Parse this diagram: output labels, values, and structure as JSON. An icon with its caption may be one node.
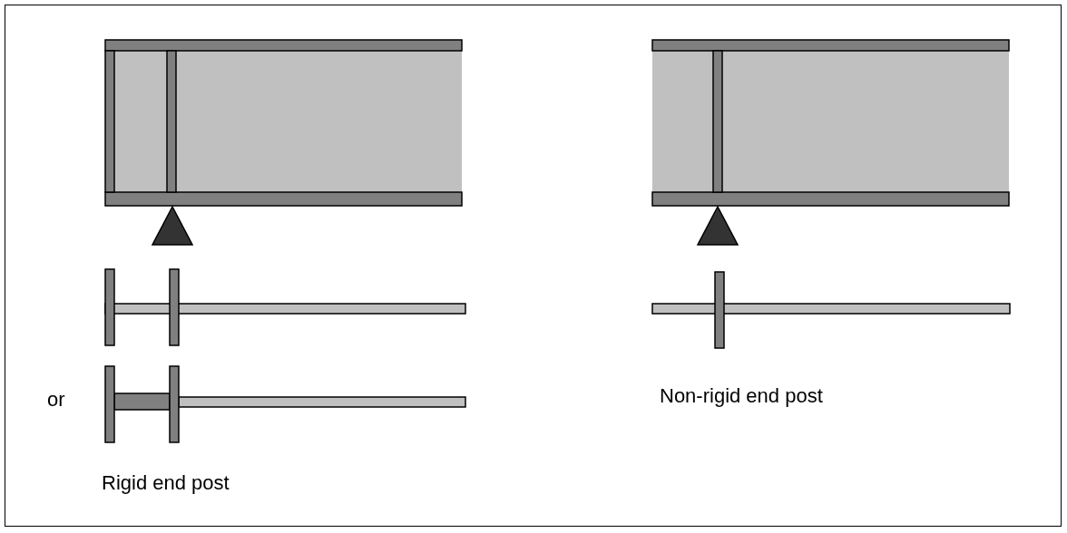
{
  "diagram": {
    "labels": [
      "or",
      "Rigid end post",
      "Non-rigid end post"
    ]
  }
}
